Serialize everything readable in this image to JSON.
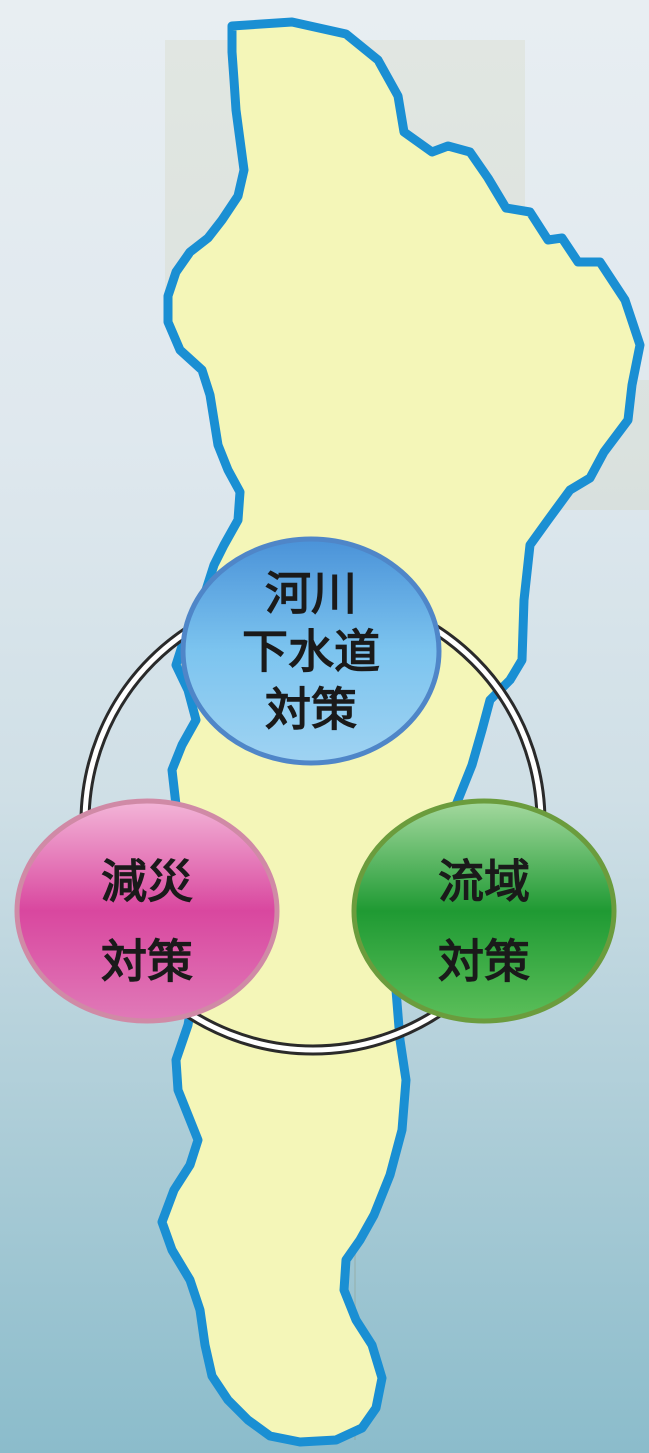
{
  "colors": {
    "region_fill": "#f4f6b8",
    "region_outline": "#1a8fd3",
    "connector": "#2a2a2a",
    "node_top_fill": "#6fb6e6",
    "node_top_stroke": "#4f86c8",
    "node_left_fill": "#e060ad",
    "node_left_stroke": "#d08aa6",
    "node_right_fill": "#2fa63a",
    "node_right_stroke": "#6b9c3d"
  },
  "nodes": {
    "top": {
      "lines": [
        "河川",
        "下水道",
        "対策"
      ]
    },
    "left": {
      "lines": [
        "減災",
        "対策"
      ]
    },
    "right": {
      "lines": [
        "流域",
        "対策"
      ]
    }
  }
}
